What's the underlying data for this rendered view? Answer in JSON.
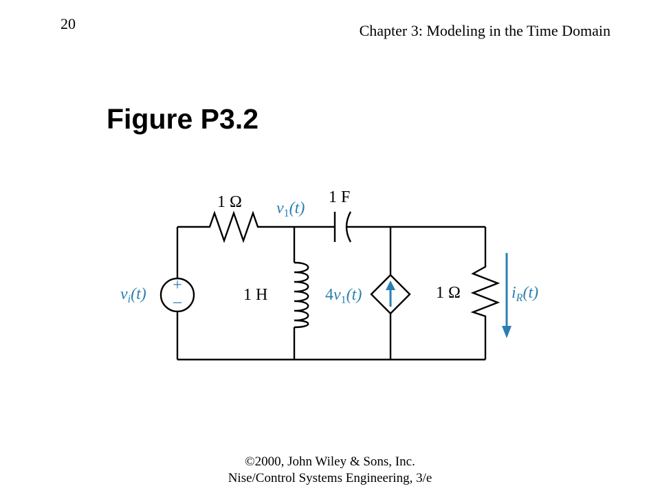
{
  "header": {
    "page_number": "20",
    "chapter_title": "Chapter 3: Modeling in the Time Domain"
  },
  "figure": {
    "title": "Figure P3.2"
  },
  "circuit": {
    "resistor_top_label": "1 Ω",
    "capacitor_label": "1 F",
    "inductor_label": "1 H",
    "resistor_right_label": "1 Ω",
    "node_voltage": {
      "var": "v",
      "sub": "1",
      "arg": "(t)"
    },
    "source_voltage": {
      "var": "v",
      "sub": "i",
      "arg": "(t)"
    },
    "dependent_source": {
      "coef": "4",
      "var": "v",
      "sub": "1",
      "arg": "(t)"
    },
    "resistor_current": {
      "var": "i",
      "sub": "R",
      "arg": "(t)"
    },
    "source_plus": "+",
    "source_minus": "–",
    "accent_color": "#2a7fb0"
  },
  "footer": {
    "line1": "©2000, John Wiley & Sons, Inc.",
    "line2": "Nise/Control Systems Engineering, 3/e"
  }
}
